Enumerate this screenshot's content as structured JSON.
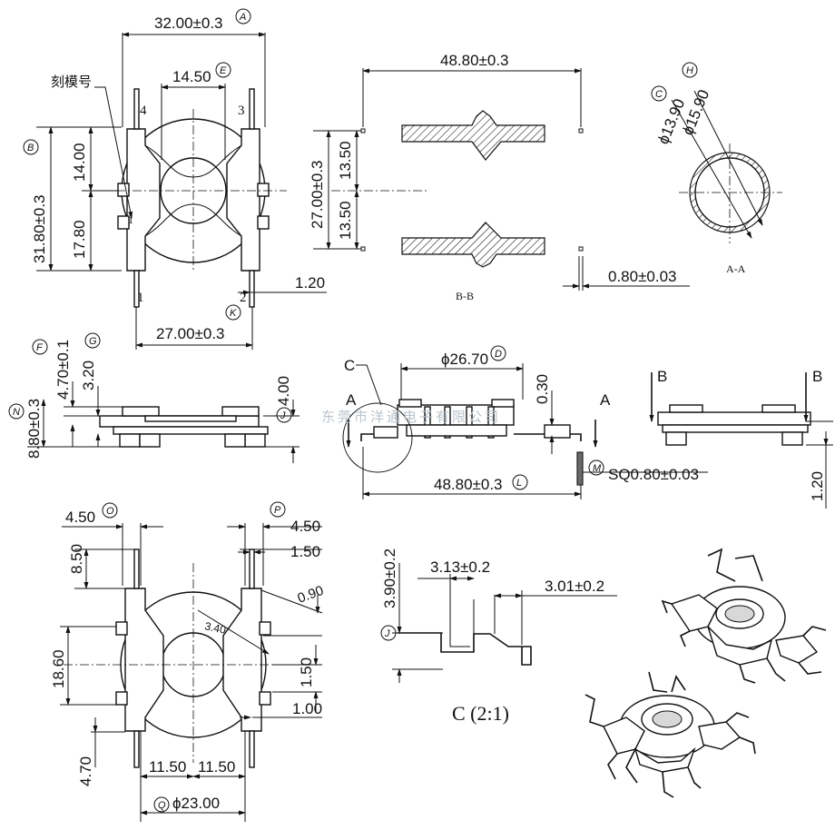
{
  "top_view": {
    "d_a": "32.00±0.3",
    "d_e": "14.50",
    "d_b": "31.80±0.3",
    "d_14": "14.00",
    "d_17": "17.80",
    "d_k": "27.00±0.3",
    "d_120": "1.20",
    "mold_label": "刻模号",
    "pin1": "1",
    "pin2": "2",
    "pin3": "3",
    "pin4": "4",
    "mark": "1"
  },
  "section_bb": {
    "d_width": "48.80±0.3",
    "d_height": "27.00±0.3",
    "d_top": "13.50",
    "d_bot": "13.50",
    "d_pin": "0.80±0.03",
    "label": "B-B"
  },
  "section_aa": {
    "d_h": "ϕ15.90",
    "d_c": "ϕ13.90",
    "label": "A-A"
  },
  "side_left": {
    "d_f": "4.70±0.1",
    "d_g": "3.20",
    "d_n": "8.80±0.3",
    "d_j": "4.00"
  },
  "side_mid": {
    "d_d": "ϕ26.70",
    "d_030": "0.30",
    "d_l": "48.80±0.3",
    "d_m": "SQ0.80±0.03",
    "c_label": "C",
    "a_left": "A",
    "a_right": "A"
  },
  "side_right": {
    "b_left": "B",
    "b_right": "B",
    "d_120": "1.20"
  },
  "bottom_view": {
    "d_o": "4.50",
    "d_p": "4.50",
    "d_850": "8.50",
    "d_150a": "1.50",
    "d_090": "0.90",
    "d_340": "3.40",
    "d_1860": "18.60",
    "d_150b": "1.50",
    "d_100": "1.00",
    "d_470": "4.70",
    "d_1150a": "11.50",
    "d_1150b": "11.50",
    "d_q": "ϕ23.00"
  },
  "detail_c": {
    "d_j": "3.90±0.2",
    "d_313": "3.13±0.2",
    "d_301": "3.01±0.2",
    "label": "C (2:1)"
  },
  "circles": {
    "a": "A",
    "b": "B",
    "c": "C",
    "d": "D",
    "e": "E",
    "f": "F",
    "g": "G",
    "h": "H",
    "j": "J",
    "k": "K",
    "l": "L",
    "m": "M",
    "n": "N",
    "o": "O",
    "p": "P",
    "q": "Q",
    "j2": "J"
  },
  "watermark": "东莞市洋通电子有限公司"
}
